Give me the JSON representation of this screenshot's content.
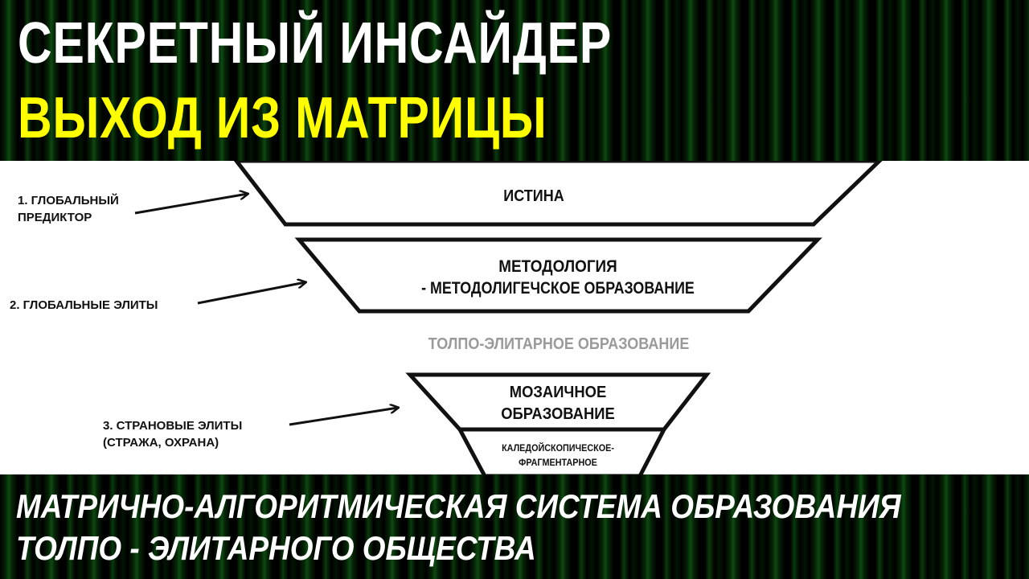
{
  "header": {
    "title_line1": "СЕКРЕТНЫЙ ИНСАЙДЕР",
    "title_line2": "ВЫХОД ИЗ МАТРИЦЫ"
  },
  "diagram": {
    "level1_text": "ИСТИНА",
    "level2_line1": "МЕТОДОЛОГИЯ",
    "level2_line2": "- МЕТОДОЛИГЕЧСКОЕ ОБРАЗОВАНИЕ",
    "separator_text": "ТОЛПО-ЭЛИТАРНОЕ ОБРАЗОВАНИЕ",
    "level3_line1": "МОЗАИЧНОЕ",
    "level3_line2": "ОБРАЗОВАНИЕ",
    "level4_line1": "КАЛЕДОЙСКОПИЧЕСКОЕ-",
    "level4_line2": "ФРАГМЕНТАРНОЕ",
    "label1_line1": "1. ГЛОБАЛЬНЫЙ",
    "label1_line2": "ПРЕДИКТОР",
    "label2": "2. ГЛОБАЛЬНЫЕ ЭЛИТЫ",
    "label3_line1": "3. СТРАНОВЫЕ ЭЛИТЫ",
    "label3_line2": "(СТРАЖА, ОХРАНА)"
  },
  "footer": {
    "line1": "МАТРИЧНО-АЛГОРИТМИЧЕСКАЯ СИСТЕМА ОБРАЗОВАНИЯ",
    "line2": "ТОЛПО - ЭЛИТАРНОГО ОБЩЕСТВА"
  },
  "colors": {
    "title_primary": "#ffffff",
    "title_accent": "#ffff00",
    "background_stripes": "#0e4a12",
    "separator_text": "#9a9a9a"
  }
}
